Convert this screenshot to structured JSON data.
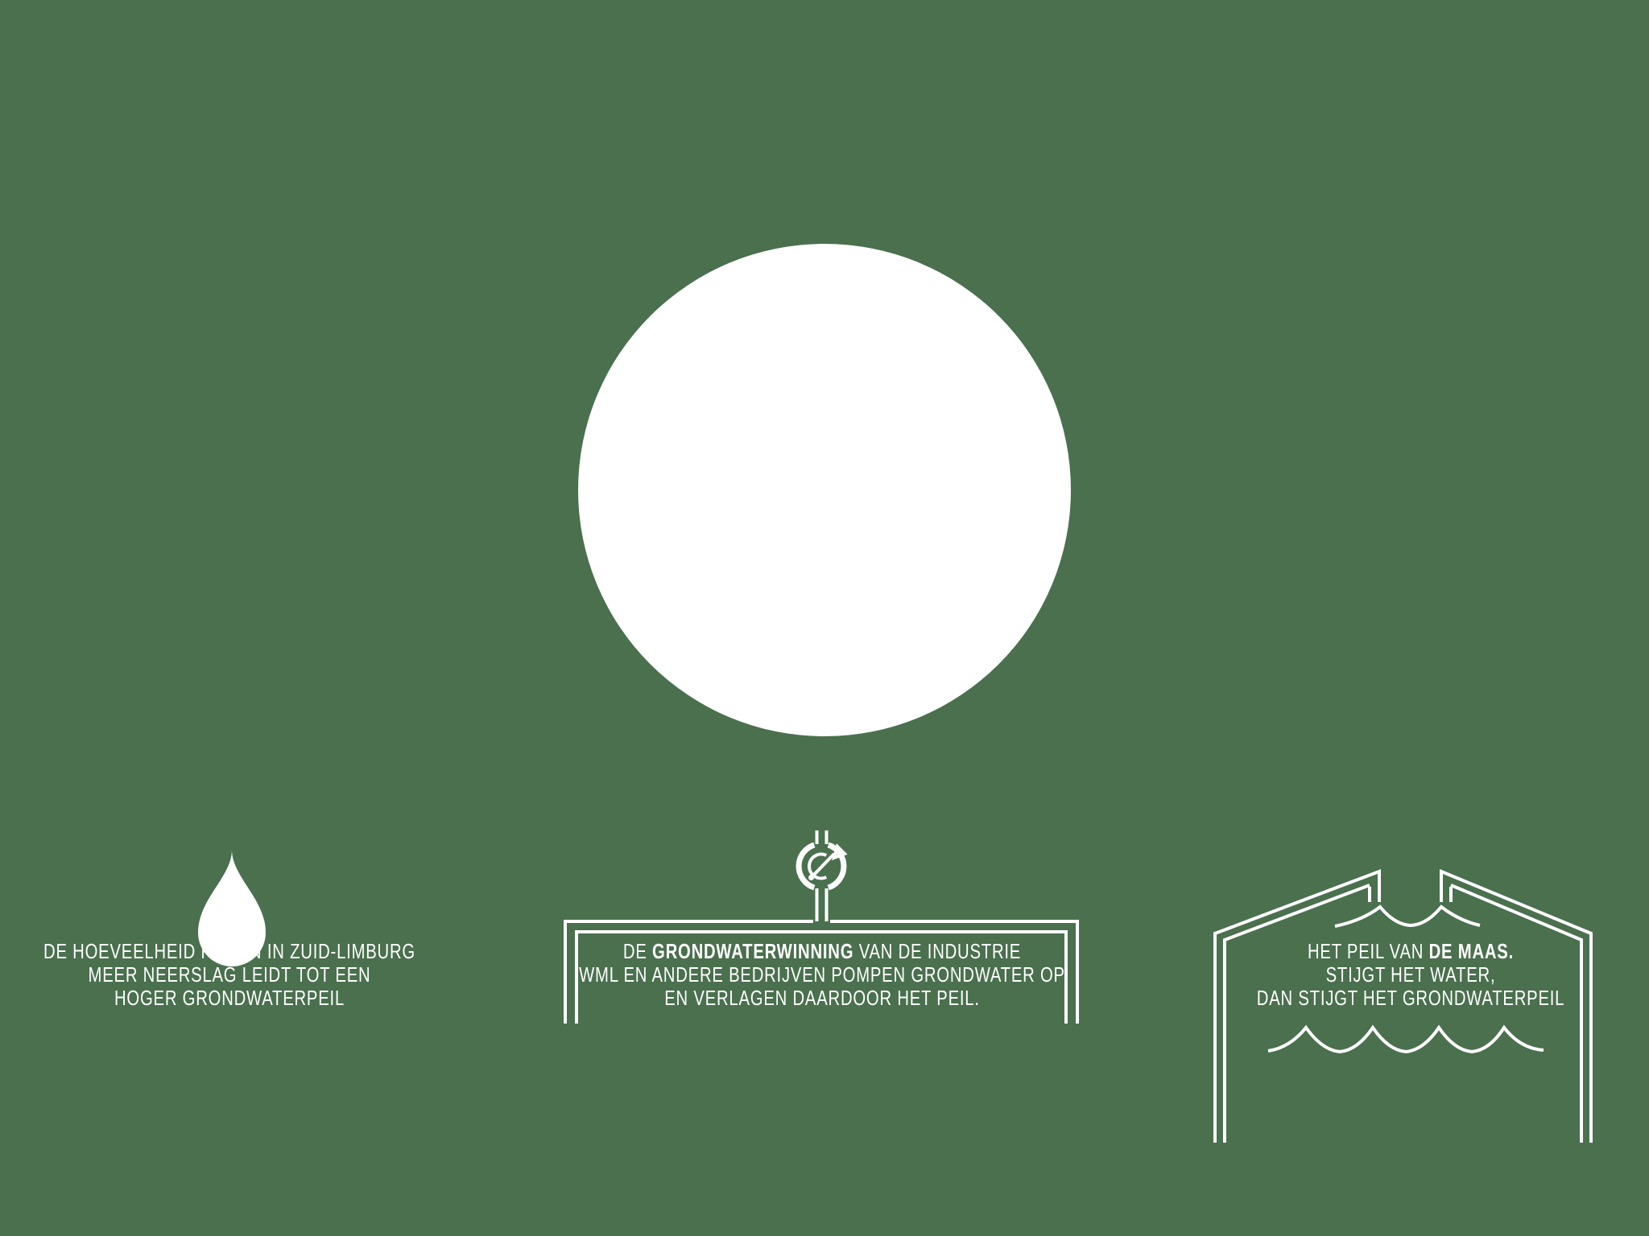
{
  "page": {
    "background_color": "#4A704E",
    "text_color": "#FFFFFF"
  },
  "hero": {
    "shape": "large-solid-circle",
    "color": "#FFFFFF"
  },
  "rain": {
    "icon": "water-drop-icon",
    "line1": "DE HOEVEELHEID REGEN IN ZUID-LIMBURG",
    "line2": "MEER NEERSLAG LEIDT TOT EEN",
    "line3": "HOGER GRONDWATERPEIL"
  },
  "extraction": {
    "icon": "water-meter-gauge-icon",
    "line1_prefix": "DE ",
    "line1_bold": "GRONDWATERWINNING",
    "line1_suffix": " VAN DE INDUSTRIE",
    "line2": "WML EN ANDERE BEDRIJVEN POMPEN GRONDWATER OP",
    "line3": "EN VERLAGEN DAARDOOR HET PEIL."
  },
  "maas": {
    "icon": "river-between-dikes-icon",
    "line1_prefix": "HET PEIL VAN ",
    "line1_bold": "DE MAAS.",
    "line2": "STIJGT HET WATER,",
    "line3": "DAN STIJGT HET GRONDWATERPEIL"
  }
}
